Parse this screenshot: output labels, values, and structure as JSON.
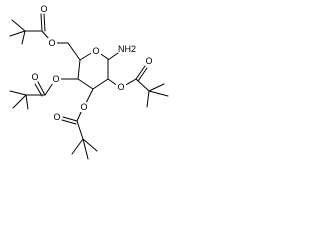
{
  "colors": {
    "background": "#ffffff",
    "ink": "#000000"
  },
  "atoms": {
    "amine": "NH2",
    "ring_oxygen": "O",
    "ester_oxygens": [
      "O",
      "O",
      "O",
      "O",
      "O",
      "O",
      "O",
      "O"
    ]
  }
}
